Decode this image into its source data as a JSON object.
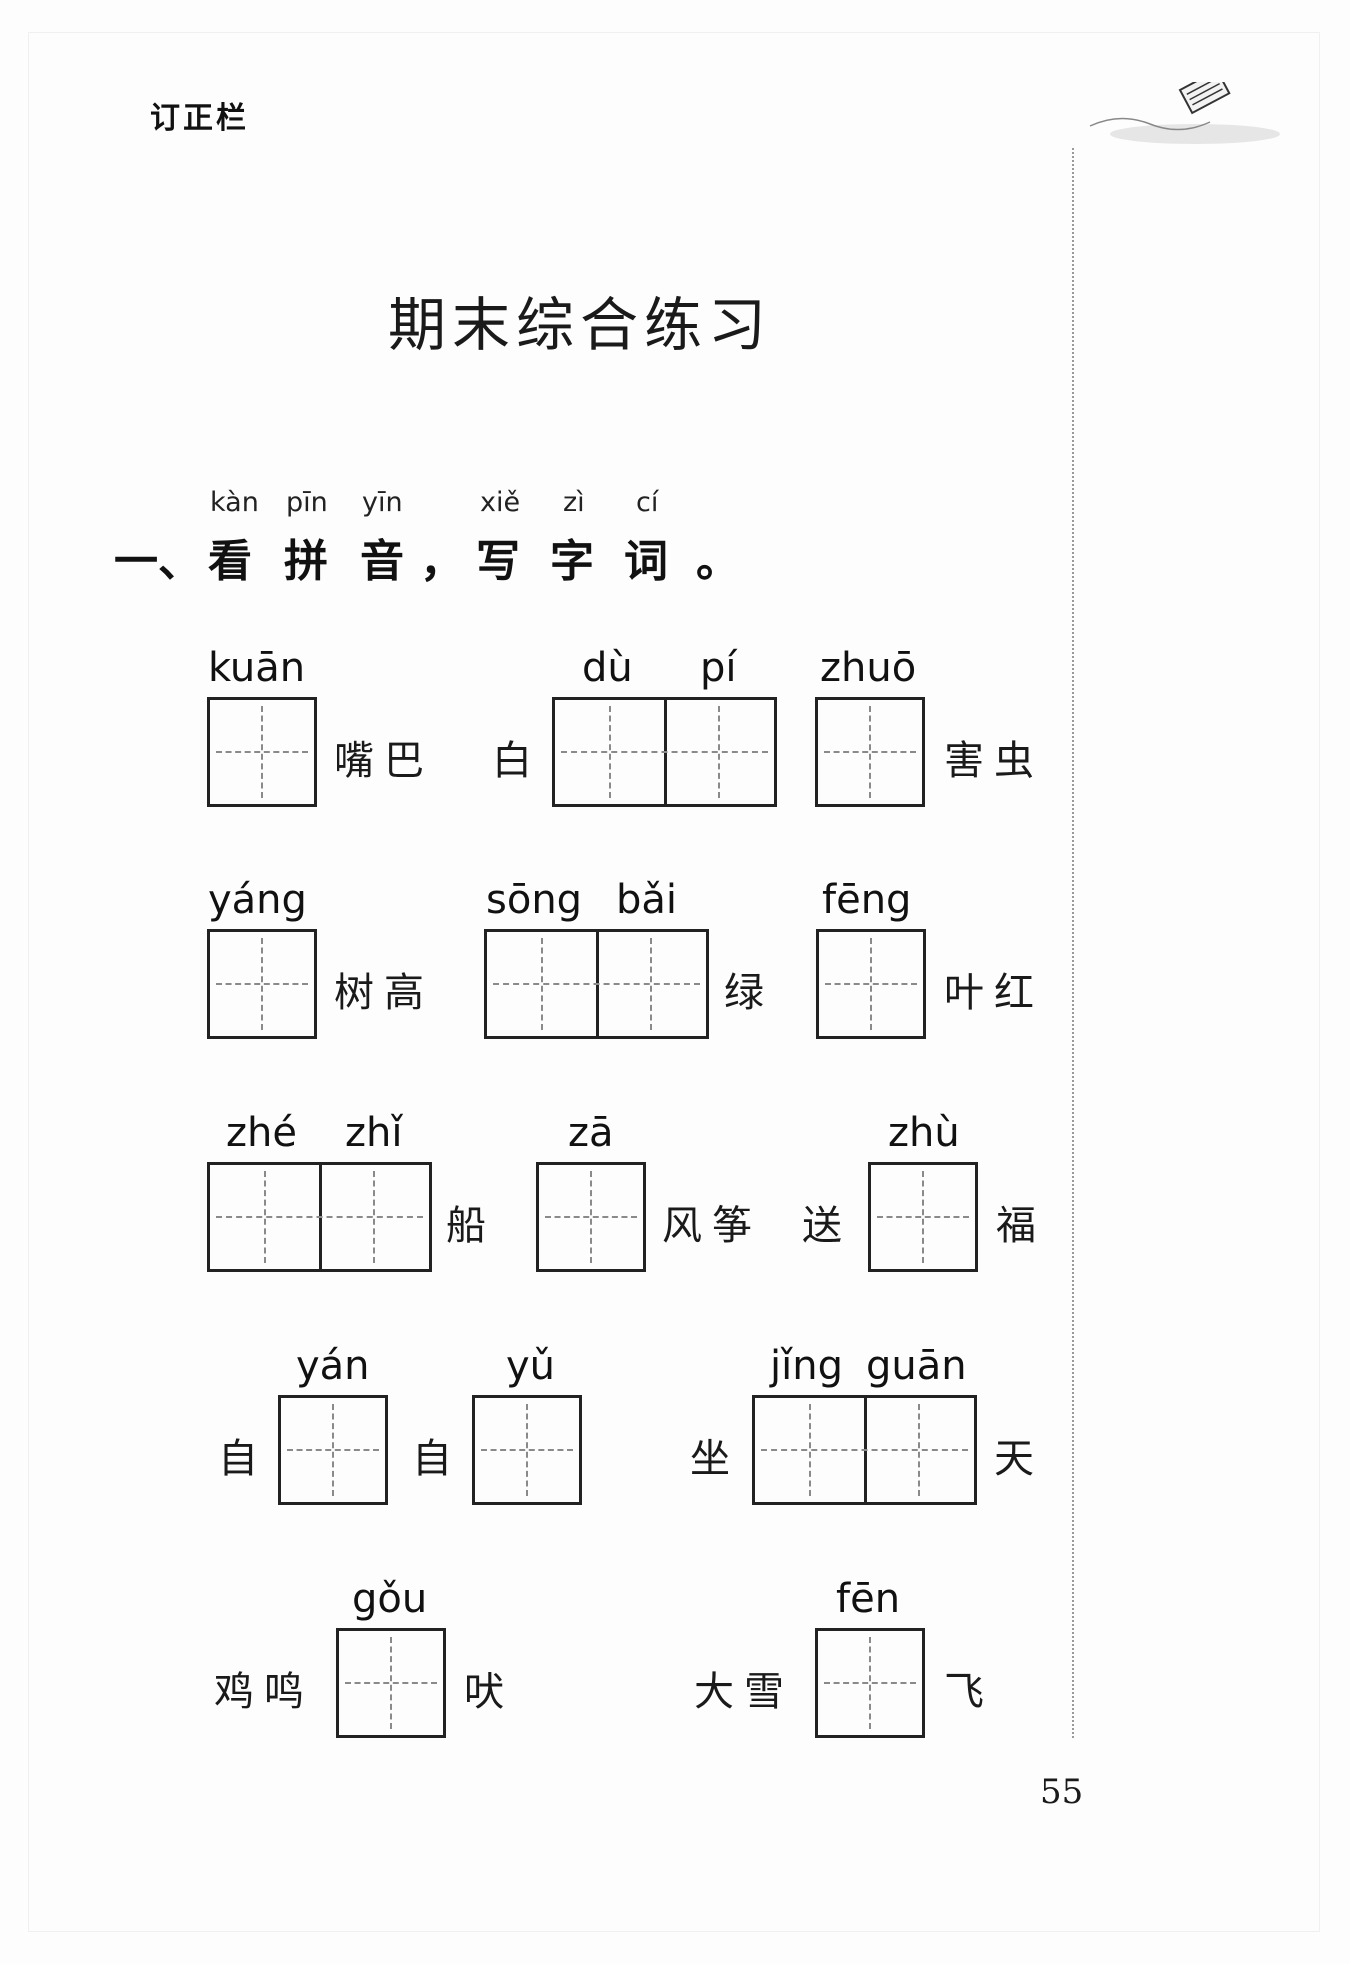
{
  "correction_column": {
    "label": "订正栏",
    "icon": "pencil-icon"
  },
  "title": "期末综合练习",
  "section1": {
    "number": "一、",
    "pinyin": [
      "kàn",
      "pīn",
      "yīn",
      "xiě",
      "zì",
      "cí"
    ],
    "chars": [
      "看",
      "拼",
      "音",
      "，",
      "写",
      "字",
      "词",
      "。"
    ]
  },
  "rows": [
    {
      "items": [
        {
          "pinyin": "kuān",
          "after": "嘴巴"
        },
        {
          "before": "白",
          "pinyin_a": "dù",
          "pinyin_b": "pí"
        },
        {
          "pinyin": "zhuō",
          "after": "害虫"
        }
      ]
    },
    {
      "items": [
        {
          "pinyin": "yáng",
          "after": "树高"
        },
        {
          "pinyin_a": "sōng",
          "pinyin_b": "bǎi",
          "after": "绿"
        },
        {
          "pinyin": "fēng",
          "after": "叶红"
        }
      ]
    },
    {
      "items": [
        {
          "pinyin_a": "zhé",
          "pinyin_b": "zhǐ",
          "after": "船"
        },
        {
          "pinyin": "zā",
          "after": "风筝"
        },
        {
          "before": "送",
          "pinyin": "zhù",
          "after": "福"
        }
      ]
    },
    {
      "items": [
        {
          "before": "自",
          "pinyin": "yán"
        },
        {
          "before": "自",
          "pinyin": "yǔ"
        },
        {
          "before": "坐",
          "pinyin_a": "jǐng",
          "pinyin_b": "guān",
          "after": "天"
        }
      ]
    },
    {
      "items": [
        {
          "before": "鸡鸣",
          "pinyin": "gǒu",
          "after": "吠"
        },
        {
          "before": "大雪",
          "pinyin": "fēn",
          "after": "飞"
        }
      ]
    }
  ],
  "page_number": "55"
}
